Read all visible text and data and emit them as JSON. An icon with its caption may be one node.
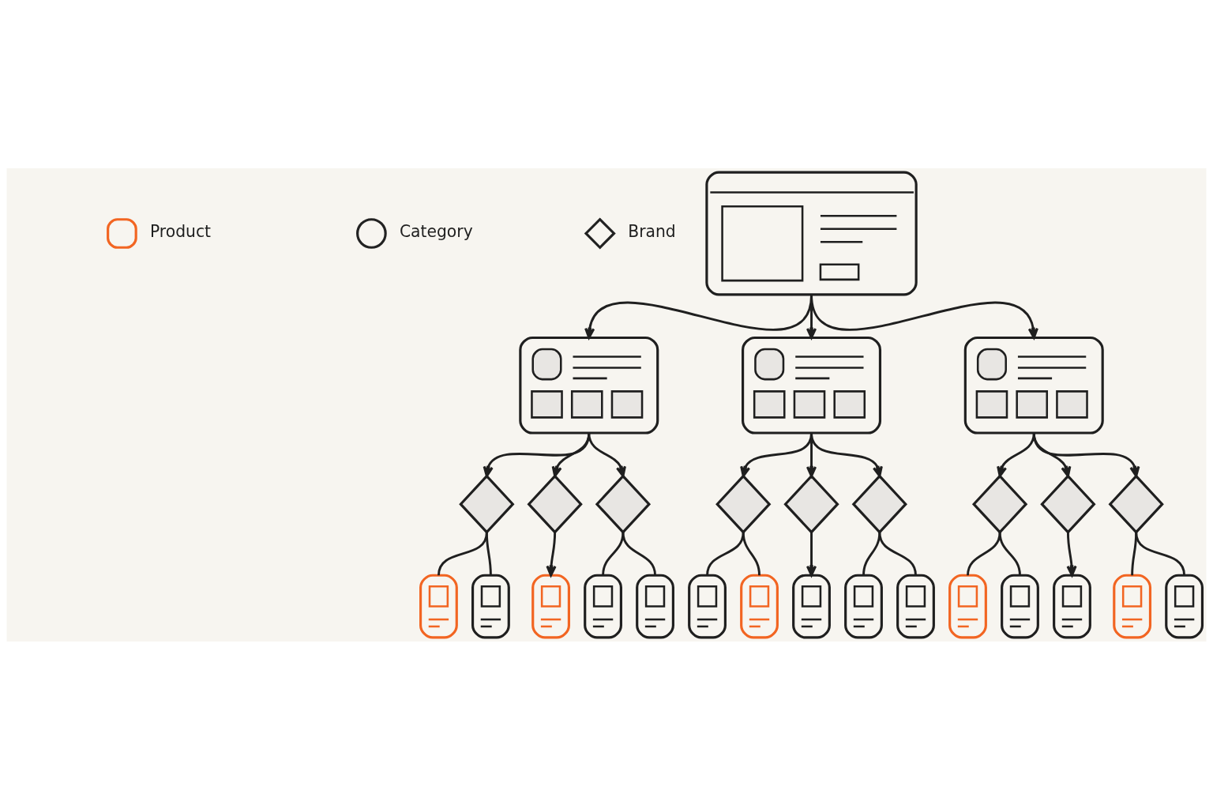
{
  "diagram": {
    "nodes": [
      {
        "text": [],
        "shape": "box"
      },
      {
        "text": [],
        "shape": "box"
      },
      {
        "text": [],
        "shape": "box"
      },
      {
        "text": [],
        "shape": "box"
      },
      {
        "text": [],
        "shape": "diamond"
      },
      {
        "text": [],
        "shape": "diamond"
      },
      {
        "text": [],
        "shape": "diamond"
      },
      {
        "text": [],
        "shape": "diamond"
      },
      {
        "text": [],
        "shape": "diamond"
      },
      {
        "text": [],
        "shape": "diamond"
      },
      {
        "text": [],
        "shape": "diamond"
      },
      {
        "text": [],
        "shape": "diamond"
      },
      {
        "text": [],
        "shape": "diamond"
      },
      {
        "text": [],
        "shape": "box"
      },
      {
        "text": [],
        "shape": "box"
      },
      {
        "text": [],
        "shape": "box"
      },
      {
        "text": [],
        "shape": "box"
      },
      {
        "text": [],
        "shape": "box"
      },
      {
        "text": [],
        "shape": "box"
      },
      {
        "text": [],
        "shape": "box"
      },
      {
        "text": [],
        "shape": "box"
      },
      {
        "text": [],
        "shape": "box"
      },
      {
        "text": [],
        "shape": "box"
      },
      {
        "text": [],
        "shape": "box"
      },
      {
        "text": [],
        "shape": "box"
      },
      {
        "text": [],
        "shape": "box"
      },
      {
        "text": [],
        "shape": "box"
      },
      {
        "text": [],
        "shape": "box"
      }
    ],
    "edges": [
      {
        "from": 0,
        "to": 1,
        "arrow": "to"
      },
      {
        "from": 0,
        "to": 2,
        "arrow": "to"
      },
      {
        "from": 0,
        "to": 3,
        "arrow": "to"
      },
      {
        "from": 1,
        "to": 4,
        "arrow": "to"
      },
      {
        "from": 1,
        "to": 5,
        "arrow": "to"
      },
      {
        "from": 1,
        "to": 6,
        "arrow": "to"
      },
      {
        "from": 2,
        "to": 7,
        "arrow": "to"
      },
      {
        "from": 2,
        "to": 8,
        "arrow": "to"
      },
      {
        "from": 2,
        "to": 9,
        "arrow": "to"
      },
      {
        "from": 3,
        "to": 10,
        "arrow": "to"
      },
      {
        "from": 3,
        "to": 11,
        "arrow": "to"
      },
      {
        "from": 3,
        "to": 12,
        "arrow": "to"
      },
      {
        "from": 4,
        "to": 13,
        "arrow": "none"
      },
      {
        "from": 4,
        "to": 14,
        "arrow": "none"
      },
      {
        "from": 5,
        "to": 15,
        "arrow": "to"
      },
      {
        "from": 6,
        "to": 16,
        "arrow": "none"
      },
      {
        "from": 6,
        "to": 17,
        "arrow": "none"
      },
      {
        "from": 7,
        "to": 18,
        "arrow": "none"
      },
      {
        "from": 7,
        "to": 19,
        "arrow": "none"
      },
      {
        "from": 8,
        "to": 20,
        "arrow": "to"
      },
      {
        "from": 9,
        "to": 21,
        "arrow": "none"
      },
      {
        "from": 9,
        "to": 22,
        "arrow": "none"
      },
      {
        "from": 10,
        "to": 23,
        "arrow": "none"
      },
      {
        "from": 10,
        "to": 24,
        "arrow": "none"
      },
      {
        "from": 11,
        "to": 25,
        "arrow": "to"
      },
      {
        "from": 12,
        "to": 26,
        "arrow": "none"
      },
      {
        "from": 12,
        "to": 27,
        "arrow": "none"
      }
    ],
    "legend": [
      {
        "text": "Product",
        "color": "#f26522"
      },
      {
        "text": "Category",
        "color": "#222222"
      },
      {
        "text": "Brand",
        "color": "#222222"
      }
    ]
  }
}
